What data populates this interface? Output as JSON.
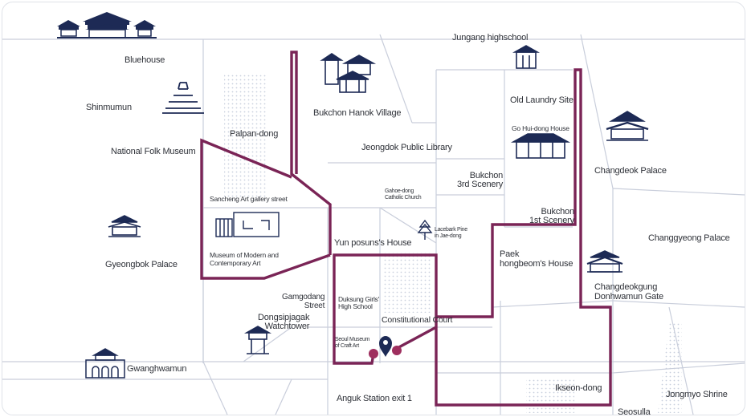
{
  "colors": {
    "route": "#7a2456",
    "road": "#c9cedb",
    "block": "#d9dee8",
    "icon": "#1d2a55",
    "text": "#2e3138",
    "marker": "#1d2a55",
    "dot": "#9e2e5e"
  },
  "labels": {
    "bluehouse": "Bluehouse",
    "shinmumun": "Shinmumun",
    "national_folk_museum": "National Folk Museum",
    "palpan_dong": "Palpan-dong",
    "sancheong_gallery": "Sancheng Art gallery street",
    "mmca": "Museum of Modern and\nContemporary Art",
    "gyeongbok_palace": "Gyeongbok Palace",
    "gwanghwamun": "Gwanghwamun",
    "dongsipjagak": "Dongsipjagak\nWatchtower",
    "gamgodang": "Gamgodang\nStreet",
    "duksung": "Duksung Girls'\nHigh School",
    "seoul_museum_craft": "Seoul Museum\nof Craft Art",
    "constitutional_court": "Constitutional Court",
    "anguk_station": "Anguk Station exit 1",
    "bukchon_hanok_village": "Bukchon Hanok Village",
    "jeongdok_library": "Jeongdok Public Library",
    "gahoe_church": "Gahoe-dong\nCatholic Church",
    "lacebark_pine": "Lacebark Pine\nin Jae-dong",
    "yun_posun": "Yun posuns's House",
    "jungang_hs": "Jungang highschool",
    "old_laundry": "Old Laundry Site",
    "go_huidong": "Go Hui-dong House",
    "bukchon_3rd": "Bukchon\n3rd Scenery",
    "bukchon_1st": "Bukchon\n1st Scenery",
    "paek_house": "Paek\nhongbeom's House",
    "changdeok_palace": "Changdeok Palace",
    "changgyeong_palace": "Changgyeong Palace",
    "donhwamun": "Changdeokgung\nDonhwamun Gate",
    "ikseon_dong": "Ikseon-dong",
    "jongmyo": "Jongmyo Shrine",
    "seosulla": "Seosulla"
  },
  "icons": {
    "palace_top": "palace-roofs-icon",
    "bluehouse_pagoda": "pagoda-icon",
    "gyeongbok": "palace-hall-icon",
    "gwanghwamun_gate": "gate-icon",
    "watchtower": "watchtower-icon",
    "hanok": "hanok-village-icon",
    "jungang_hs": "school-building-icon",
    "go_huidong_house": "hanok-house-icon",
    "lacebark_pine": "pine-tree-icon",
    "changdeok": "palace-hall-icon",
    "donhwamun_gate": "gate-icon",
    "mmca": "museum-building-icon",
    "location": "location-pin-icon"
  }
}
